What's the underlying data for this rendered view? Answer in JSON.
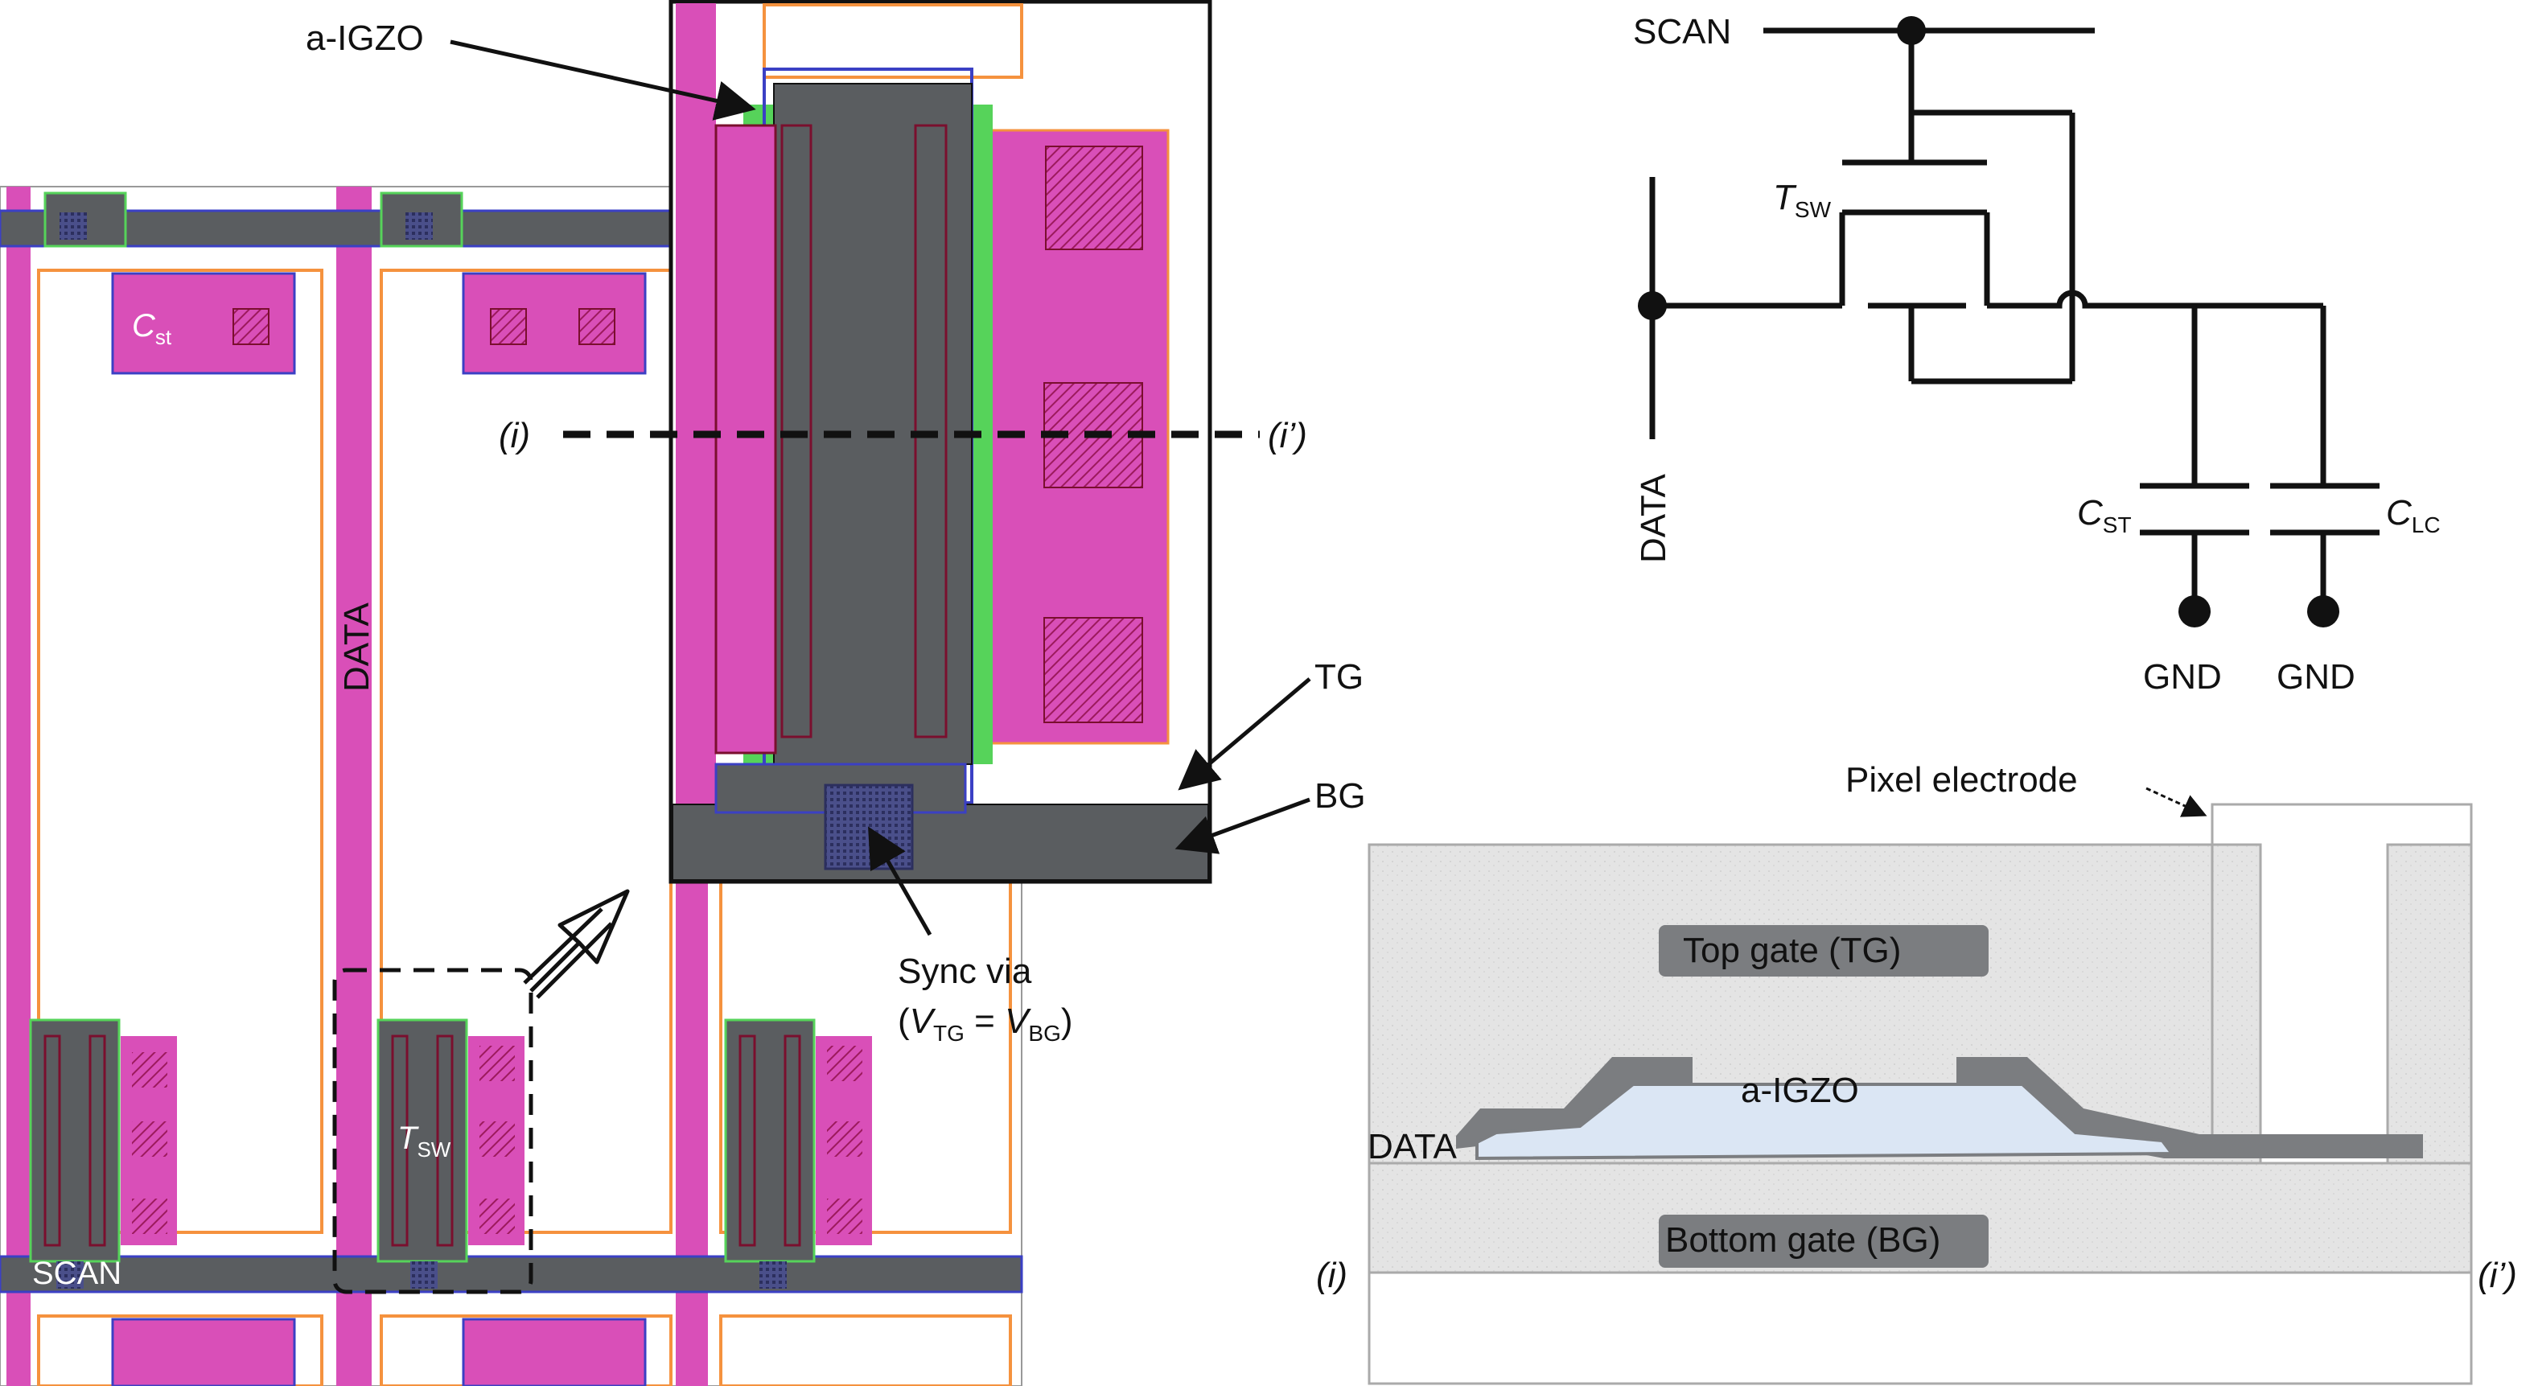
{
  "colors": {
    "metal_gate": "#5a5d60",
    "via_pink": "#d94fb8",
    "ito_orange": "#f5923e",
    "sd_blue": "#3b40c4",
    "channel_green": "#56d35a",
    "layer_border": "#7a0f2e",
    "via_hatch": "#b0206a",
    "passivation": "#e6e6e6",
    "igzo_fill": "#dbe6f4",
    "gate_gray": "#7b7d80",
    "line": "#111111"
  },
  "layout": {
    "a_igzo_label": "a-IGZO",
    "cst_label": "C",
    "cst_sub": "st",
    "data_label": "DATA",
    "scan_label": "SCAN",
    "tsw_label": "T",
    "tsw_sub": "SW",
    "section_left": "(i)",
    "section_right": "(i’)",
    "tg_label": "TG",
    "bg_label": "BG",
    "sync_via_line1": "Sync via",
    "sync_via_v": "V",
    "sync_via_tg": "TG",
    "sync_via_eq": " = ",
    "sync_via_bg": "BG"
  },
  "schematic": {
    "scan_label": "SCAN",
    "data_label": "DATA",
    "tsw_label": "T",
    "tsw_sub": "SW",
    "cst_label": "C",
    "cst_sub": "ST",
    "clc_label": "C",
    "clc_sub": "LC",
    "gnd1_label": "GND",
    "gnd2_label": "GND"
  },
  "cross_section": {
    "pixel_electrode_label": "Pixel electrode",
    "top_gate_label": "Top gate (TG)",
    "igzo_label": "a-IGZO",
    "data_label": "DATA",
    "bottom_gate_label": "Bottom gate (BG)",
    "left_marker": "(i)",
    "right_marker": "(i’)"
  }
}
